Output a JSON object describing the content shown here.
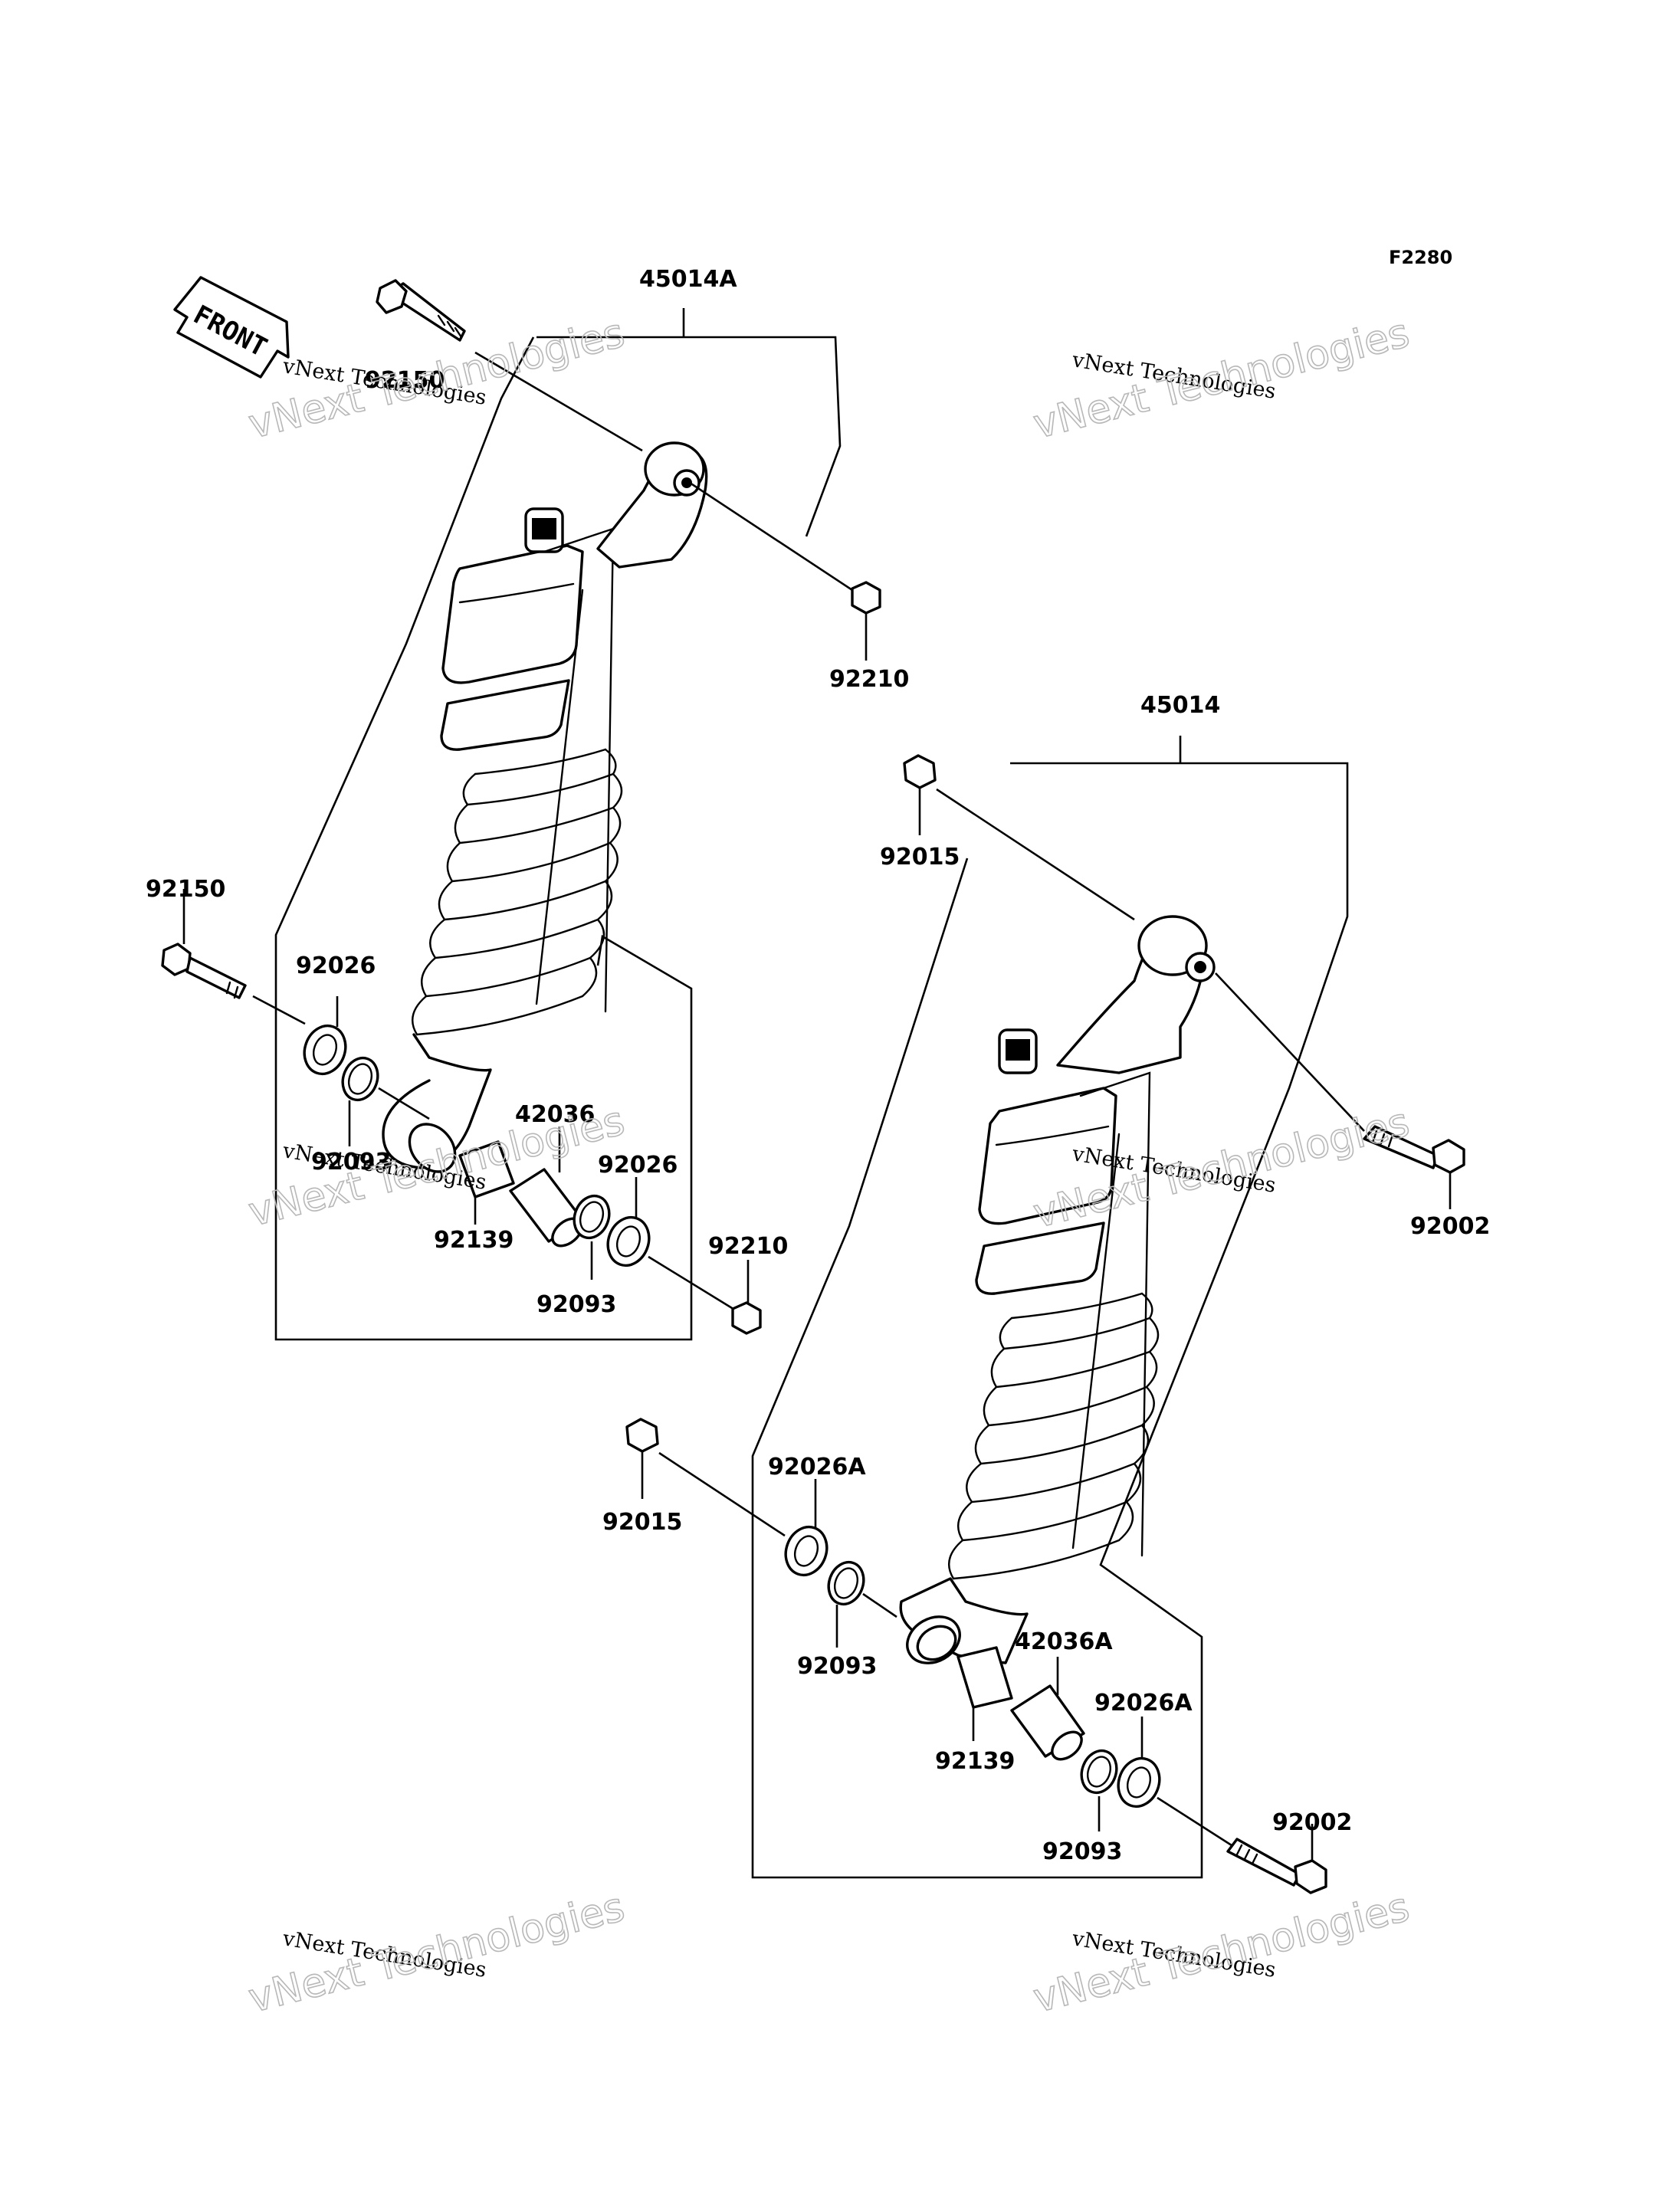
{
  "figure_code": "F2280",
  "watermark": {
    "line1": "vNext Technologies",
    "line2": "vNext Technologies"
  },
  "front_marker": {
    "text": "FRONT"
  },
  "assemblies": [
    {
      "name": "45014A"
    },
    {
      "name": "45014"
    }
  ],
  "part_labels": [
    "45014A",
    "92150",
    "92210",
    "92150",
    "92026",
    "92093",
    "42036",
    "92026",
    "92139",
    "92093",
    "92210",
    "45014",
    "92015",
    "92002",
    "92015",
    "92026A",
    "92093",
    "42036A",
    "92026A",
    "92139",
    "92093",
    "92002"
  ],
  "colors": {
    "line": "#000000",
    "background": "#ffffff",
    "watermark_outline": "#b8b8b8"
  }
}
